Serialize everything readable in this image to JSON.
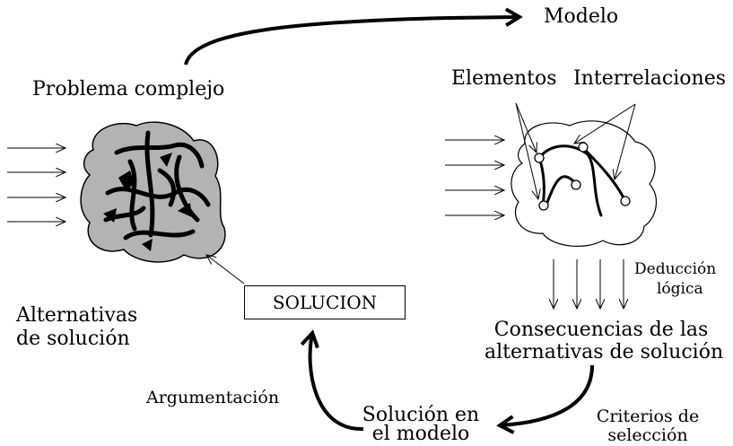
{
  "labels": {
    "modelo": "Modelo",
    "problema": "Problema complejo",
    "elementos": "Elementos",
    "interrelaciones": "Interrelaciones",
    "deduccion_1": "Deducción",
    "deduccion_2": "lógica",
    "alternativas_1": "Alternativas",
    "alternativas_2": "de solución",
    "solucion_box": "SOLUCION",
    "consecuencias_1": "Consecuencias de las",
    "consecuencias_2": "alternativas de solución",
    "argumentacion": "Argumentación",
    "sol_modelo_1": "Solución en",
    "sol_modelo_2": "el modelo",
    "criterios_1": "Criterios de",
    "criterios_2": "selección"
  }
}
